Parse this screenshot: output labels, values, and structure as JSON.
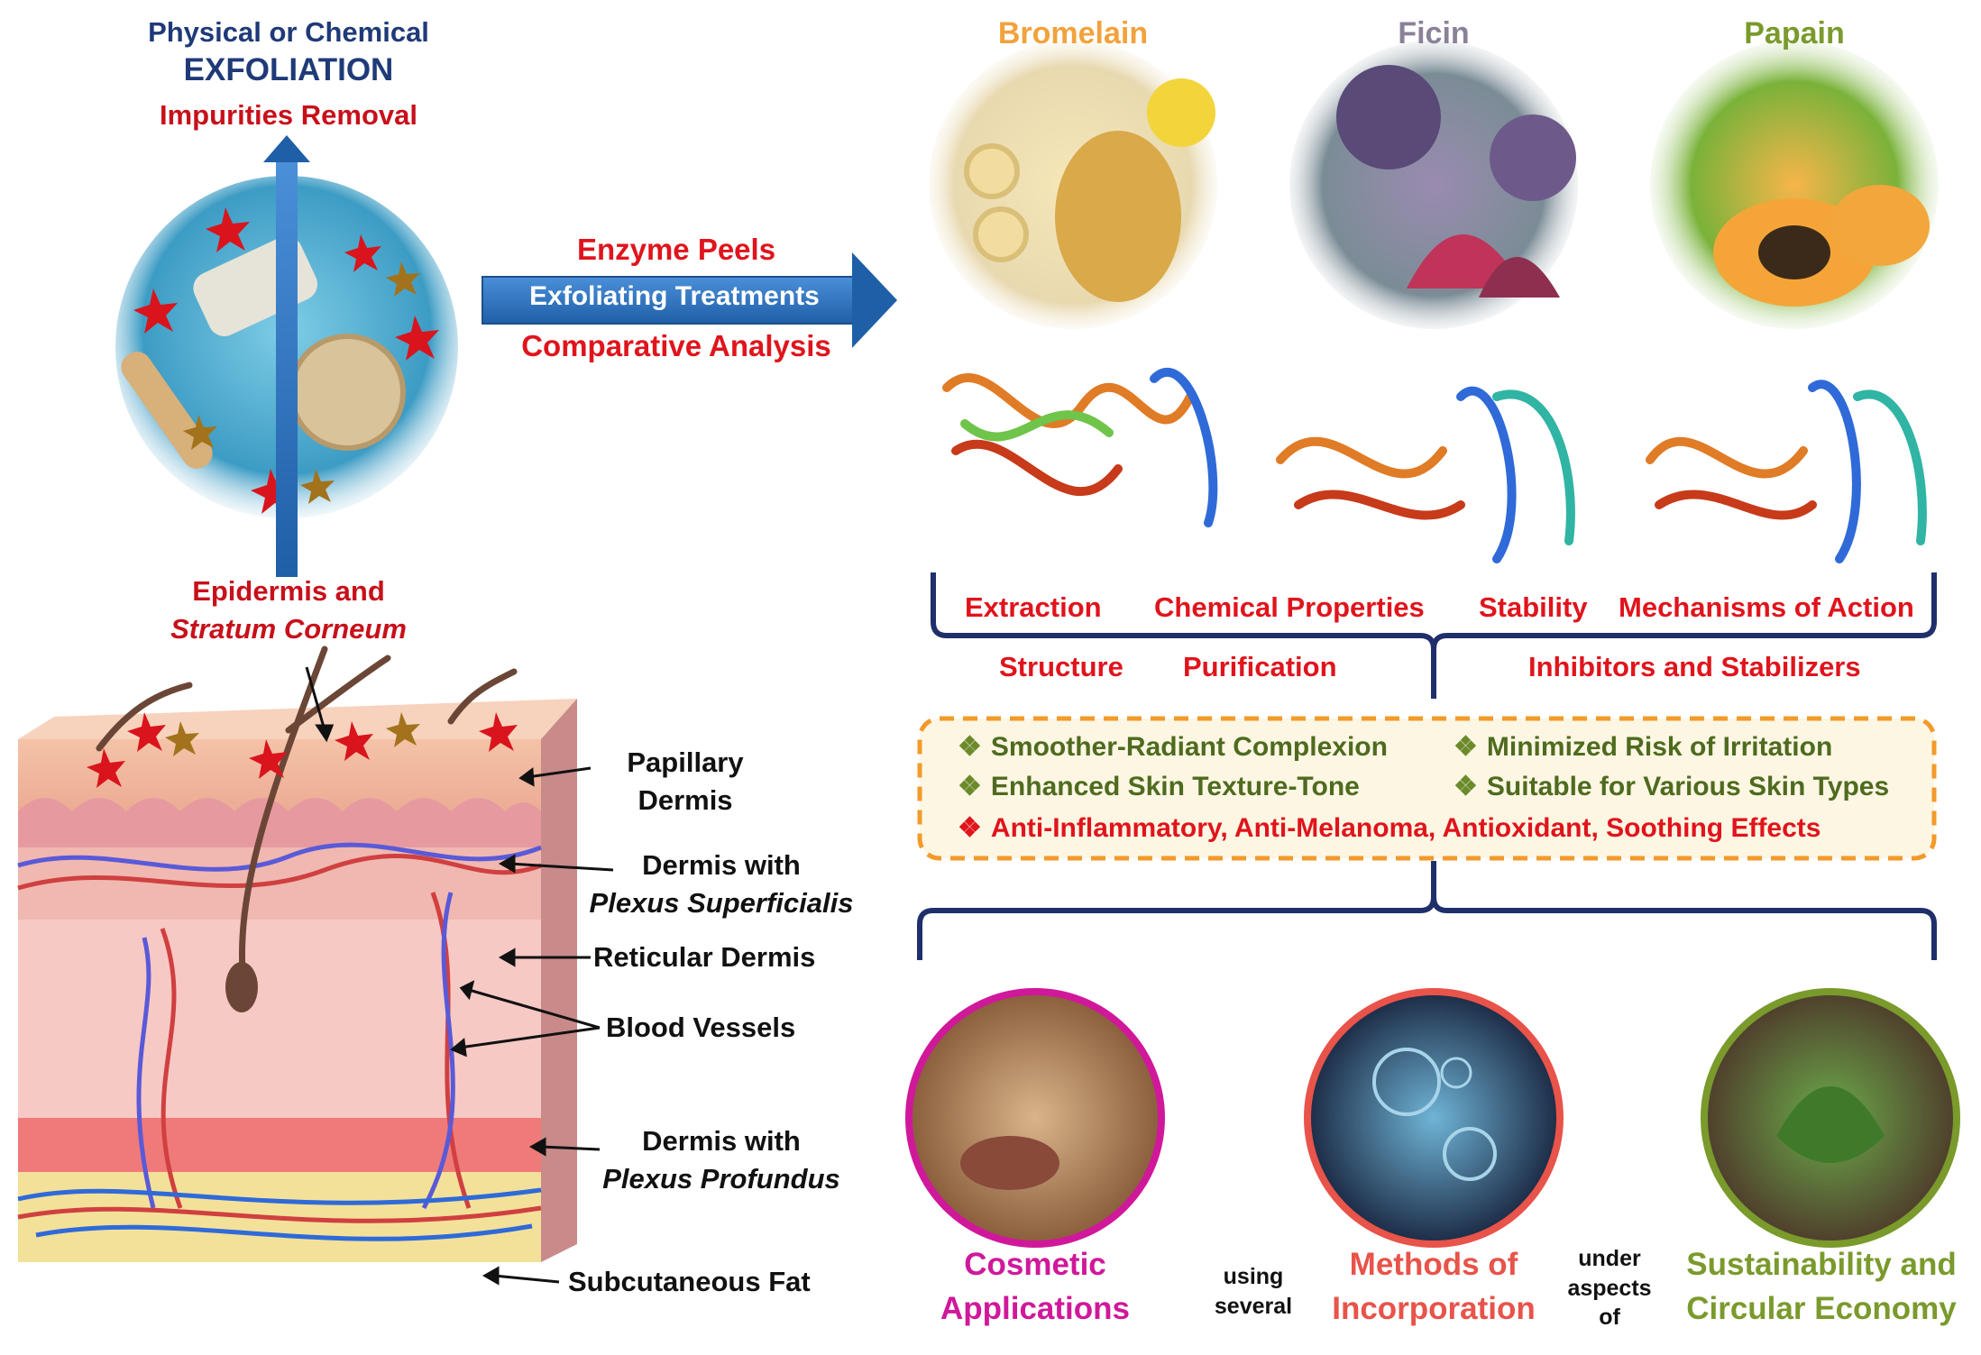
{
  "exfoliation": {
    "line1": "Physical or Chemical",
    "line2": "EXFOLIATION",
    "line3": "Impurities Removal"
  },
  "center_arrow": {
    "top": "Enzyme Peels",
    "middle": "Exfoliating Treatments",
    "bottom": "Comparative Analysis"
  },
  "epidermis_label": {
    "line1": "Epidermis and",
    "line2": "Stratum Corneum"
  },
  "skin_layers": [
    {
      "id": "papillary",
      "line1": "Papillary",
      "line2": "Dermis"
    },
    {
      "id": "superficialis",
      "line1": "Dermis with",
      "line2": "Plexus Superficialis"
    },
    {
      "id": "reticular",
      "line1": "Reticular Dermis",
      "line2": ""
    },
    {
      "id": "vessels",
      "line1": "Blood Vessels",
      "line2": ""
    },
    {
      "id": "profundus",
      "line1": "Dermis with",
      "line2": "Plexus Profundus"
    },
    {
      "id": "fat",
      "line1": "Subcutaneous Fat",
      "line2": ""
    }
  ],
  "enzymes": [
    {
      "name": "Bromelain",
      "color": "#f2a23c"
    },
    {
      "name": "Ficin",
      "color": "#8a8199"
    },
    {
      "name": "Papain",
      "color": "#7a9a2c"
    }
  ],
  "features": {
    "row1": [
      "Extraction",
      "Chemical Properties",
      "Stability",
      "Mechanisms of Action"
    ],
    "row2": [
      "Structure",
      "Purification",
      "Inhibitors and Stabilizers"
    ]
  },
  "benefits": {
    "left": [
      "Smoother-Radiant Complexion",
      "Enhanced Skin Texture-Tone"
    ],
    "right": [
      "Minimized Risk of Irritation",
      "Suitable for Various Skin Types"
    ],
    "full": "Anti-Inflammatory, Anti-Melanoma, Antioxidant, Soothing Effects",
    "bullet": "❖"
  },
  "applications": [
    {
      "line1": "Cosmetic",
      "line2": "Applications",
      "color": "#d0189a"
    },
    {
      "line1": "Methods of",
      "line2": "Incorporation",
      "color": "#e8534a"
    },
    {
      "line1": "Sustainability and",
      "line2": "Circular Economy",
      "color": "#7a9a2c"
    }
  ],
  "connectors": {
    "using": [
      "using",
      "several"
    ],
    "under": [
      "under",
      "aspects",
      "of"
    ]
  },
  "colors": {
    "navy": "#1f3a78",
    "red": "#e0141c",
    "arrow_blue": "#2f6db5",
    "dashed_border": "#f39a2a",
    "box_fill": "#fdf6e3"
  }
}
